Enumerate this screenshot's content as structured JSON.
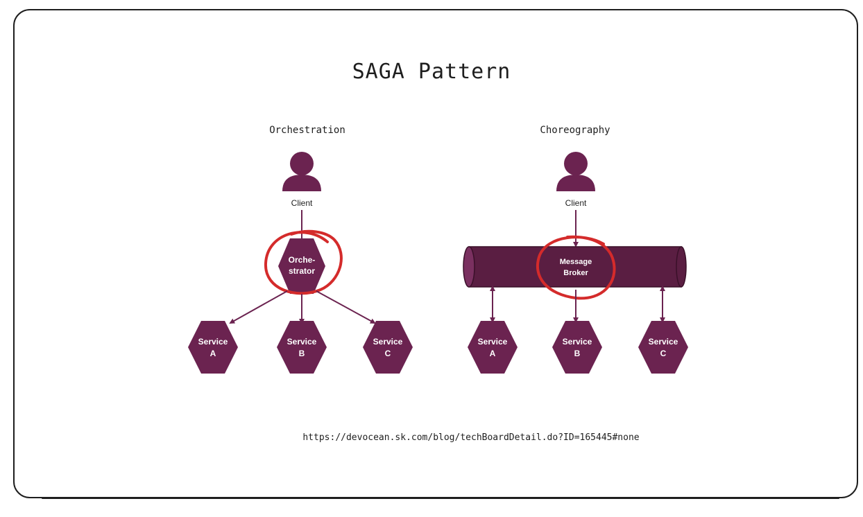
{
  "title": "SAGA Pattern",
  "colors": {
    "node": "#6b2350",
    "node_dark": "#4a1a3a",
    "broker": "#5a1e42",
    "highlight": "#d42b2b",
    "line": "#6b2350"
  },
  "orchestration": {
    "label": "Orchestration",
    "client": "Client",
    "orchestrator": [
      "Orche-",
      "strator"
    ],
    "services": [
      {
        "line1": "Service",
        "line2": "A"
      },
      {
        "line1": "Service",
        "line2": "B"
      },
      {
        "line1": "Service",
        "line2": "C"
      }
    ]
  },
  "choreography": {
    "label": "Choreography",
    "client": "Client",
    "broker": [
      "Message",
      "Broker"
    ],
    "services": [
      {
        "line1": "Service",
        "line2": "A"
      },
      {
        "line1": "Service",
        "line2": "B"
      },
      {
        "line1": "Service",
        "line2": "C"
      }
    ]
  },
  "source_url": "https://devocean.sk.com/blog/techBoardDetail.do?ID=165445#none"
}
